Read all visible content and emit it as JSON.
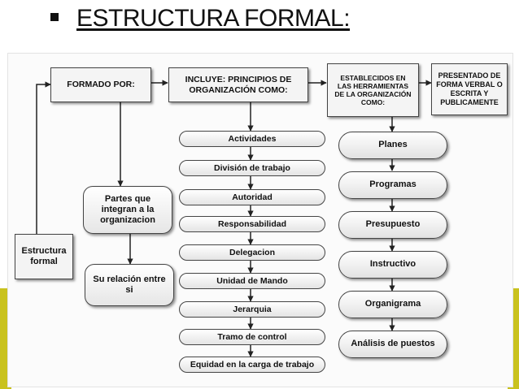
{
  "title": "ESTRUCTURA FORMAL:",
  "boxes": {
    "estructura": "Estructura formal",
    "formado": "FORMADO POR:",
    "incluye": "INCLUYE: PRINCIPIOS DE ORGANIZACIÓN COMO:",
    "establecidos": "ESTABLECIDOS EN LAS HERRAMIENTAS DE LA ORGANIZACIÓN COMO:",
    "presentado": "PRESENTADO DE FORMA VERBAL O ESCRITA Y PUBLICAMENTE",
    "partes": "Partes que integran a la organizacion",
    "relacion": "Su relación entre si"
  },
  "principios": [
    "Actividades",
    "División de trabajo",
    "Autoridad",
    "Responsabilidad",
    "Delegacion",
    "Unidad de Mando",
    "Jerarquia",
    "Tramo de control",
    "Equidad en la carga de trabajo"
  ],
  "herramientas": [
    "Planes",
    "Programas",
    "Presupuesto",
    "Instructivo",
    "Organigrama",
    "Análisis de puestos"
  ],
  "colors": {
    "accent_bar": "#c9c21e",
    "border": "#444444"
  }
}
